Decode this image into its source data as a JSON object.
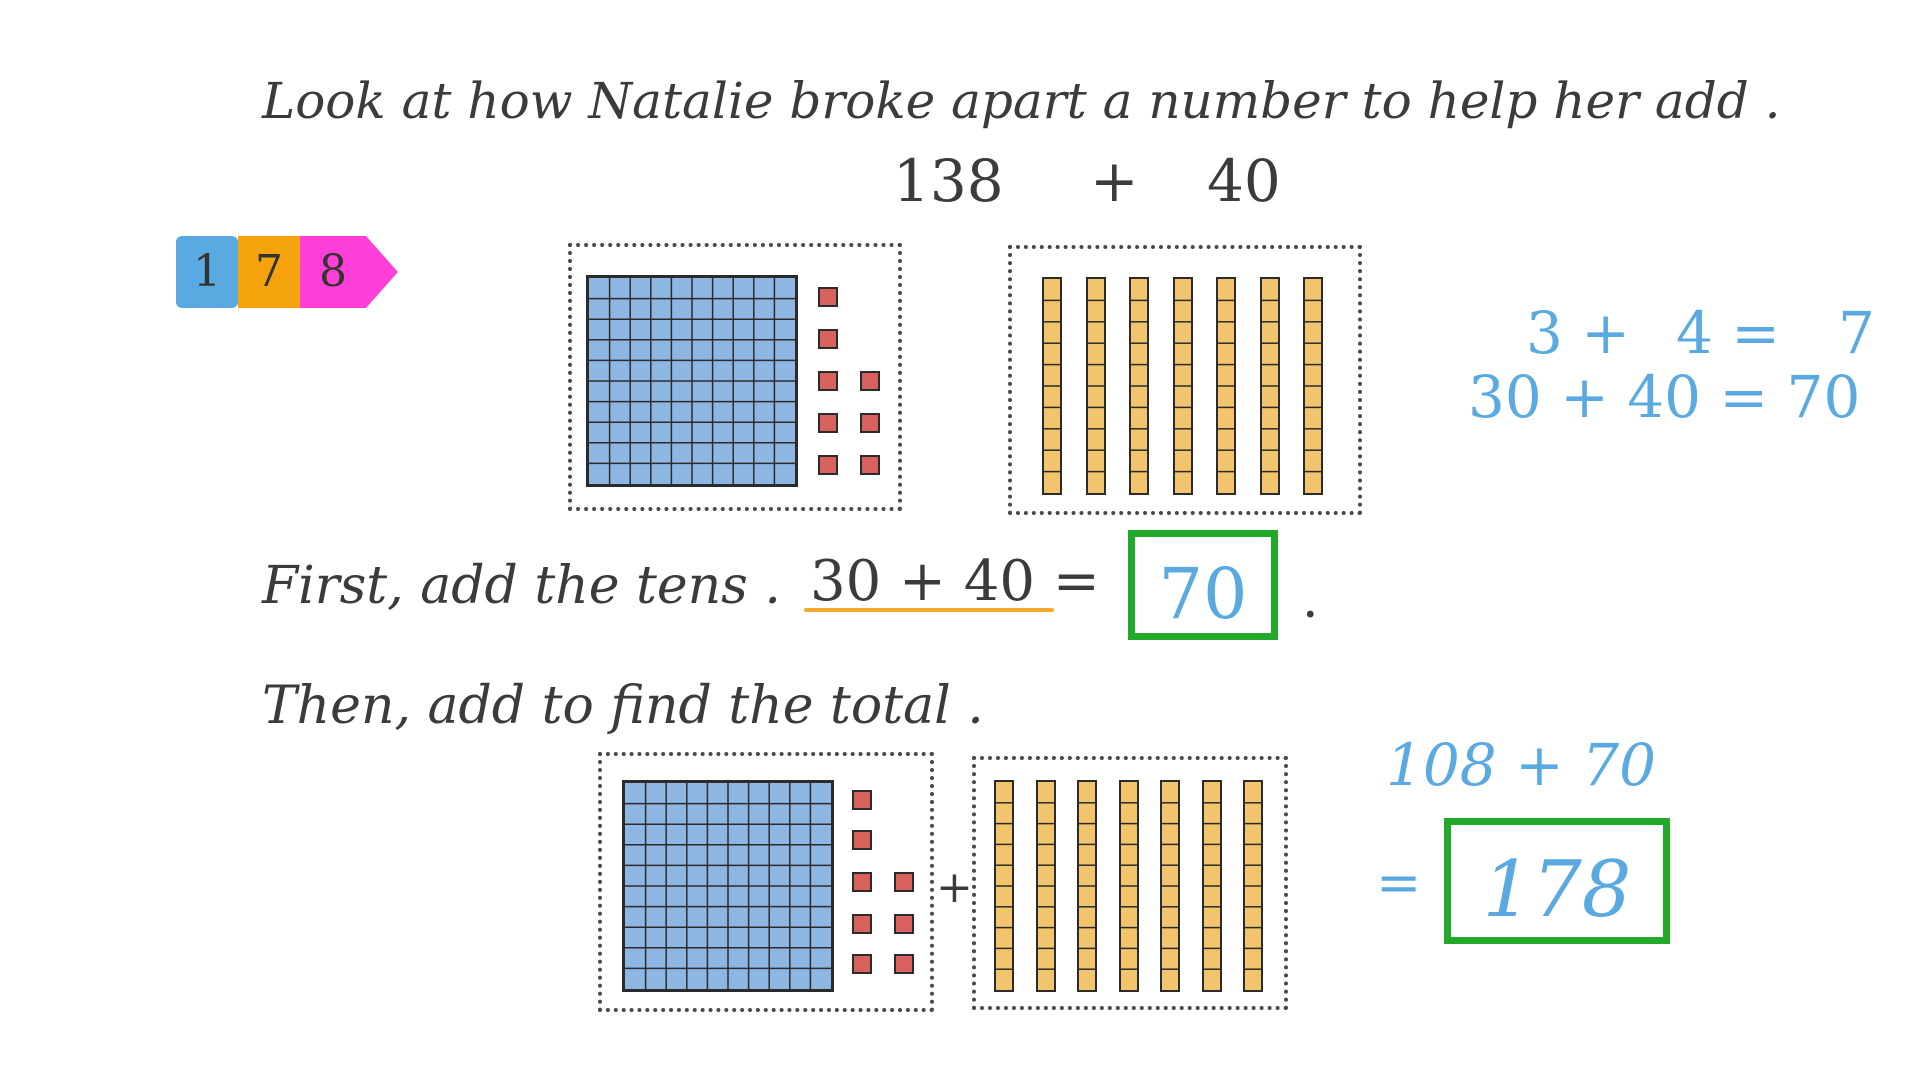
{
  "instruction": "Look at how Natalie broke apart a number to help her add .",
  "problem": {
    "a": "138",
    "op": "+",
    "b": "40"
  },
  "place_value_tag": {
    "digits": [
      "1",
      "7",
      "8"
    ],
    "colors": [
      "#5aa9e0",
      "#f5a30c",
      "#ff3fd8"
    ]
  },
  "side_work": {
    "ones_line": {
      "left": "3 +",
      "mid": "4 =",
      "result": "7"
    },
    "tens_line": "30 + 40 = 70"
  },
  "step1": {
    "text": "First, add the tens .",
    "expression": "30 + 40 =",
    "answer": "70",
    "period": "."
  },
  "step2": {
    "text": "Then, add to find the total ."
  },
  "final_work": {
    "expression": "108 + 70",
    "equals": "=",
    "answer": "178"
  },
  "plus_sign": "+",
  "colors": {
    "hundred_flat": "#8db6e3",
    "ten_rod": "#f2c46e",
    "unit_cube": "#d9615d",
    "answer_box": "#22a92a",
    "underline": "#f3a82a",
    "handwriting_blue": "#5aa9e0"
  }
}
